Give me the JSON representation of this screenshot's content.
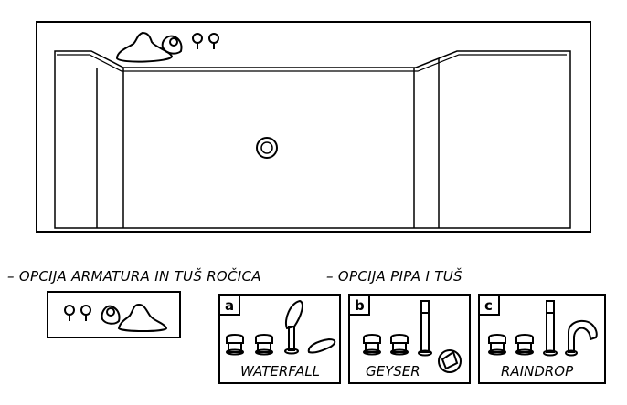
{
  "labels": {
    "option_fittings": "– OPCIJA ARMATURA IN TUŠ ROČICA",
    "option_pipe": "– OPCIJA PIPA I TUŠ"
  },
  "options": [
    {
      "letter": "a",
      "name": "WATERFALL"
    },
    {
      "letter": "b",
      "name": "GEYSER"
    },
    {
      "letter": "c",
      "name": "RAINDROP"
    }
  ],
  "colors": {
    "line": "#000000",
    "background": "#ffffff"
  }
}
